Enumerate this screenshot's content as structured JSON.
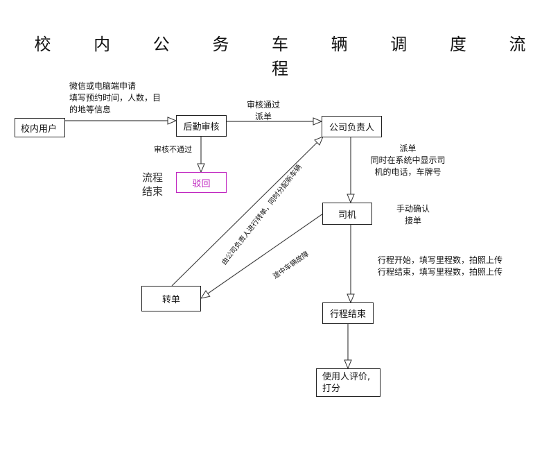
{
  "title": "校 内 公 务 车 辆 调 度 流 程",
  "nodes": {
    "campus_user": "校内用户",
    "logistics_review": "后勤审核",
    "company_head": "公司负责人",
    "driver": "司机",
    "reject": "驳回",
    "transfer": "转单",
    "trip_end": "行程结束",
    "rating_line1": "使用人评价,",
    "rating_line2": "打分"
  },
  "labels": {
    "apply_line1": "微信或电脑端申请",
    "apply_line2": "填写预约时间，人数，目",
    "apply_line3": "的地等信息",
    "approved_line1": "审核通过",
    "approved_line2": "派单",
    "not_approved": "审核不通过",
    "flow_end_line1": "流程",
    "flow_end_line2": "结束",
    "dispatch_line1": "派单",
    "dispatch_line2": "同时在系统中显示司",
    "dispatch_line3": "机的电话，车牌号",
    "manual_confirm_line1": "手动确认",
    "manual_confirm_line2": "接单",
    "trip_start": "行程开始，填写里程数，拍照上传",
    "trip_finish": "行程结束，填写里程数，拍照上传",
    "reassign": "由公司负责人进行转单，同时分配新车辆",
    "breakdown": "途中车辆故障"
  }
}
